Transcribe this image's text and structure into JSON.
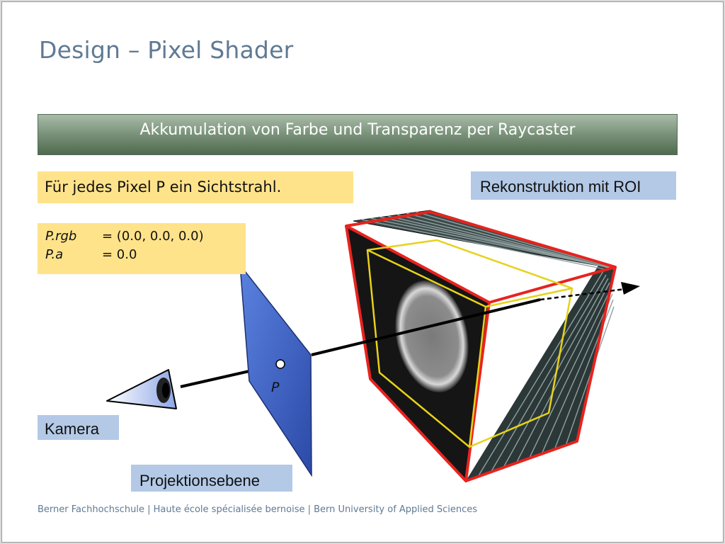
{
  "slide": {
    "title": "Design – Pixel Shader",
    "banner": "Akkumulation von Farbe und Transparenz per Raycaster",
    "ray_label": "Für jedes Pixel P ein Sichtstrahl.",
    "roi_label": "Rekonstruktion mit ROI",
    "init_rows": [
      {
        "var": "P.rgb",
        "value": "= (0.0, 0.0, 0.0)"
      },
      {
        "var": "P.a",
        "value": "= 0.0"
      }
    ],
    "camera_label": "Kamera",
    "projection_label": "Projektionsebene",
    "pixel_label": "P",
    "footer": "Berner Fachhochschule | Haute école spécialisée bernoise | Bern University of Applied Sciences"
  },
  "colors": {
    "title": "#5f7a94",
    "banner_dark": "#4f6a4f",
    "label_yellow": "#ffe38a",
    "label_blue": "#b3c9e6",
    "volume_outline": "#e8231e",
    "roi_outline": "#e6d21a",
    "projection_plane": "#3f63c8"
  }
}
